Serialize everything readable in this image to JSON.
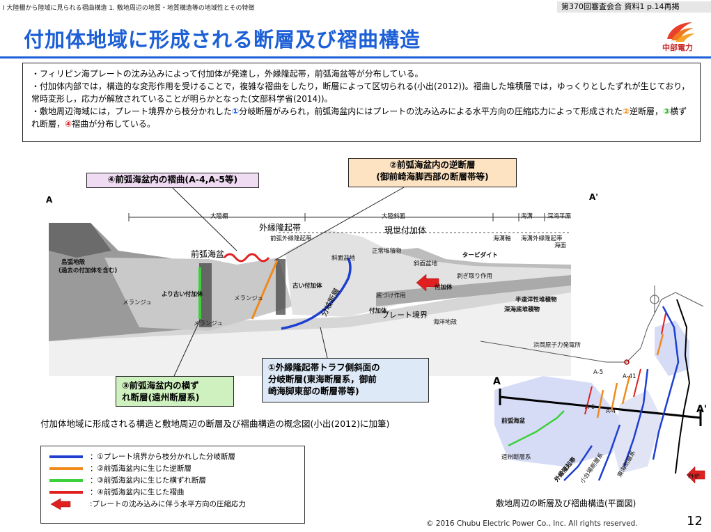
{
  "header": {
    "breadcrumb": "Ⅰ 大陸棚から陸域に見られる褶曲構造 1. 敷地周辺の地質・地質構造等の地域性とその特徴",
    "ref": "第370回審査会合 資料1 p.14再掲",
    "title": "付加体地域に形成される断層及び褶曲構造",
    "logo_text": "中部電力"
  },
  "bullets": {
    "b1": "・フィリピン海プレートの沈み込みによって付加体が発達し，外縁隆起帯，前弧海盆等が分布している。",
    "b2": "・付加体内部では，構造的な変形作用を受けることで，複雑な褶曲をしたり，断層によって区切られる(小出(2012))。褶曲した堆積層では，ゆっくりとしたずれが生じており，常時変形し，応力が解放されていることが明らかとなった(文部科学省(2014))。",
    "b3a": "・敷地周辺海域には，プレート境界から枝分かれした",
    "n1": "①",
    "b3b": "分岐断層がみられ，前弧海盆内にはプレートの沈み込みによる水平方向の圧縮応力によって形成された",
    "n2": "②",
    "b3c": "逆断層，",
    "n3": "③",
    "b3d": "横ずれ断層，",
    "n4": "④",
    "b3e": "褶曲が分布している。"
  },
  "callouts": {
    "box4": "④前弧海盆内の褶曲(A-4,A-5等)",
    "box2_line1": "②前弧海盆内の逆断層",
    "box2_line2": "(御前崎海脚西部の断層帯等)",
    "box1_line1": "①外縁隆起帯トラフ側斜面の",
    "box1_line2": "分岐断層(東海断層系，御前",
    "box1_line3": "崎海脚東部の断層帯等)",
    "box3_line1": "③前弧海盆内の横ず",
    "box3_line2": "れ断層(遠州断層系)"
  },
  "diagram_labels": {
    "a_left": "A",
    "a_right": "A'",
    "gaien": "外縁隆起帯",
    "genfuka": "現世付加体",
    "zenko": "前弧海盆",
    "tairikudana": "大陸棚",
    "tairikushamen": "大陸斜面",
    "kaikou": "海溝",
    "shinkaiheiya": "深海平原",
    "zenko_gaien": "前弧外縁隆起帯",
    "kaikoujiku": "海溝軸",
    "kaikougai": "海溝外縁隆起帯",
    "kaimen": "海面",
    "shamen_bon": "斜面盆地",
    "seijou": "正常堆積物",
    "turbidite": "タービダイト",
    "toukou": "島弧地殻",
    "toukou_sub": "(過去の付加体を含む)",
    "yorifuru": "より古い付加体",
    "furui": "古い付加体",
    "melange1": "メランジュ",
    "melange2": "メランジュ",
    "melange3": "メランジュ",
    "bunki": "分岐断層",
    "sokozuke": "底づけ作用",
    "fukatai_small": "付加体",
    "hagitori": "剥ぎ取り作用",
    "hanenyou": "半遠洋性堆積物",
    "shinkaitei": "深海底堆積物",
    "plate": "プレート境界",
    "kaiyouchikaku": "海洋地殻"
  },
  "caption": "付加体地域に形成される構造と敷地周辺の断層及び褶曲構造の概念図(小出(2012)に加筆)",
  "legend": [
    {
      "color": "#1e3fd0",
      "text": "：①プレート境界から枝分かれした分岐断層"
    },
    {
      "color": "#f08a1c",
      "text": "：②前弧海盆内に生じた逆断層"
    },
    {
      "color": "#3cd03c",
      "text": "：③前弧海盆内に生じた横ずれ断層"
    },
    {
      "color": "#e02020",
      "text": "：④前弧海盆内に生じた褶曲"
    },
    {
      "color": "#e02020",
      "icon": "red-arrow-icon",
      "text": ":プレートの沈み込みに伴う水平方向の圧縮応力"
    }
  ],
  "map": {
    "hamaoka": "浜岡原子力発電所",
    "a": "A",
    "a_prime": "A'",
    "zenko_bon": "前弧海盆",
    "enshu": "遠州断層系",
    "gaienryuki": "外縁隆起帯",
    "tokai": "東海断層系",
    "sagara": "小台場断層系",
    "php": "PHP",
    "a6": "A-6",
    "a5": "A-5",
    "a4": "A-4",
    "a41": "A-41",
    "caption": "敷地周辺の断層及び褶曲構造(平面図)"
  },
  "footer": {
    "copyright": "© 2016 Chubu Electric Power Co., Inc. All rights reserved.",
    "page": "12"
  }
}
